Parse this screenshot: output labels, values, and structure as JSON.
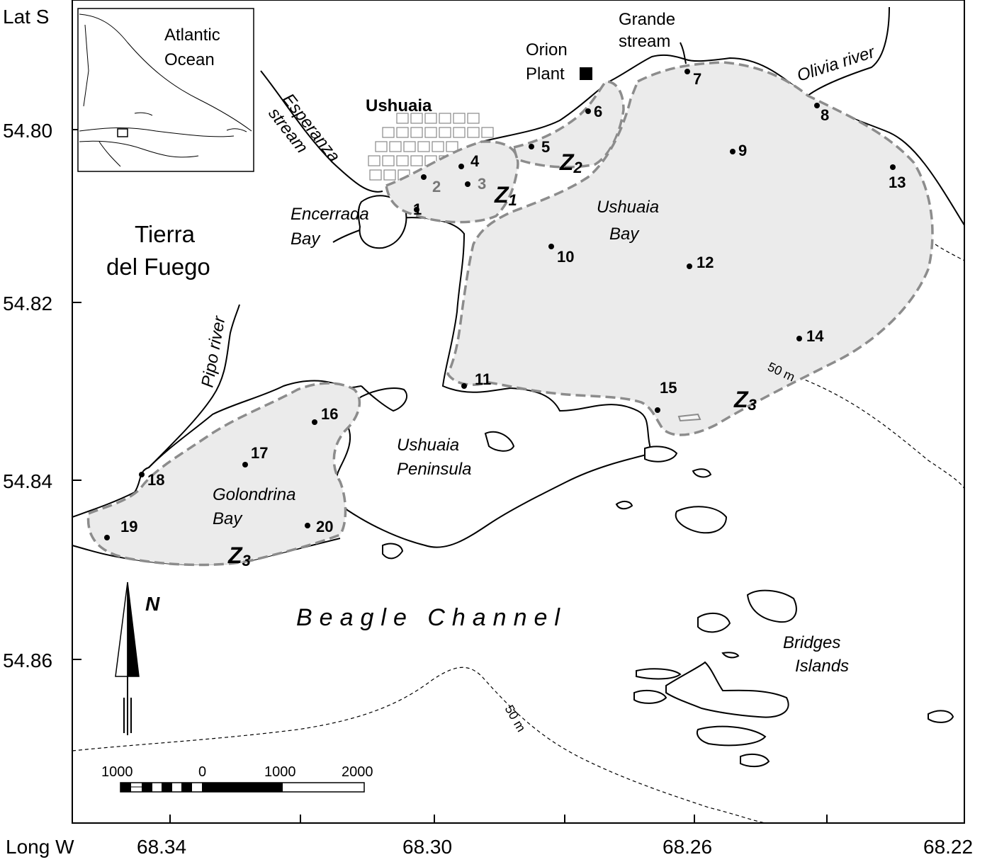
{
  "axes": {
    "lat_title": "Lat S",
    "long_title": "Long W",
    "lat_ticks": [
      "54.80",
      "54.82",
      "54.84",
      "54.86"
    ],
    "long_ticks": [
      "68.34",
      "68.30",
      "68.26",
      "68.22"
    ]
  },
  "inset": {
    "ocean_label": "Atlantic Ocean",
    "ocean_line1": "Atlantic",
    "ocean_line2": "Ocean"
  },
  "places": {
    "tierra_line1": "Tierra",
    "tierra_line2": "del Fuego",
    "ushuaia": "Ushuaia",
    "orion_line1": "Orion",
    "orion_line2": "Plant",
    "grande_line1": "Grande",
    "grande_line2": "stream",
    "olivia": "Olivia river",
    "esperanza_line1": "Esperanza",
    "esperanza_line2": "stream",
    "encerrada_line1": "Encerrada",
    "encerrada_line2": "Bay",
    "ushuaia_bay_line1": "Ushuaia",
    "ushuaia_bay_line2": "Bay",
    "pipo": "Pipo river",
    "peninsula_line1": "Ushuaia",
    "peninsula_line2": "Peninsula",
    "golondrina_line1": "Golondrina",
    "golondrina_line2": "Bay",
    "beagle": "Beagle Channel",
    "bridges_line1": "Bridges",
    "bridges_line2": "Islands"
  },
  "zones": {
    "z1": "Z",
    "z1_sub": "1",
    "z2": "Z",
    "z2_sub": "2",
    "z3": "Z",
    "z3_sub": "3"
  },
  "contours": {
    "depth_label": "50 m"
  },
  "stations": [
    "1",
    "2",
    "3",
    "4",
    "5",
    "6",
    "7",
    "8",
    "9",
    "10",
    "11",
    "12",
    "13",
    "14",
    "15",
    "16",
    "17",
    "18",
    "19",
    "20"
  ],
  "north_label": "N",
  "scale": {
    "labels": [
      "1000",
      "0",
      "1000",
      "2000"
    ]
  },
  "colors": {
    "zone_fill": "#ebebeb",
    "zone_border": "#8c8c8c",
    "coastline": "#000000"
  }
}
